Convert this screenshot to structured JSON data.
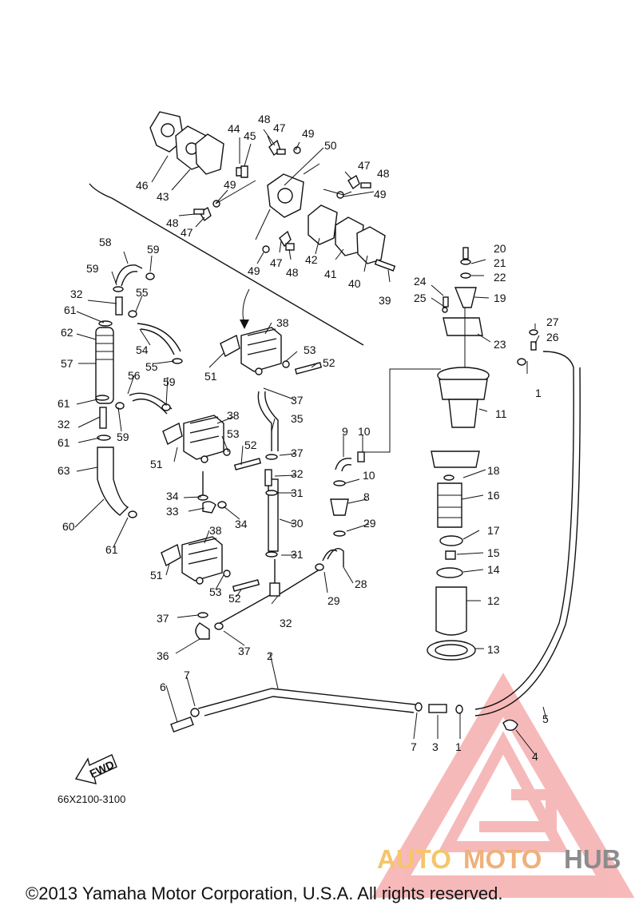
{
  "diagram": {
    "code": "66X2100-3100",
    "copyright": "©2013 Yamaha Motor Corporation, U.S.A. All rights reserved.",
    "fwd_label": "FWD"
  },
  "watermark": {
    "text_auto": "AUTO",
    "text_moto": "MOTO",
    "text_hub": "HUB",
    "color_auto": "#f5c56a",
    "color_moto": "#f0b07a",
    "color_hub": "#8c8c8c",
    "triangle_color": "#f08080"
  },
  "callouts": [
    {
      "id": "c1a",
      "text": "1"
    },
    {
      "id": "c1b",
      "text": "1"
    },
    {
      "id": "c2",
      "text": "2"
    },
    {
      "id": "c3",
      "text": "3"
    },
    {
      "id": "c4",
      "text": "4"
    },
    {
      "id": "c5",
      "text": "5"
    },
    {
      "id": "c6",
      "text": "6"
    },
    {
      "id": "c7a",
      "text": "7"
    },
    {
      "id": "c7b",
      "text": "7"
    },
    {
      "id": "c8",
      "text": "8"
    },
    {
      "id": "c9",
      "text": "9"
    },
    {
      "id": "c10a",
      "text": "10"
    },
    {
      "id": "c10b",
      "text": "10"
    },
    {
      "id": "c11",
      "text": "11"
    },
    {
      "id": "c12",
      "text": "12"
    },
    {
      "id": "c13",
      "text": "13"
    },
    {
      "id": "c14",
      "text": "14"
    },
    {
      "id": "c15",
      "text": "15"
    },
    {
      "id": "c16",
      "text": "16"
    },
    {
      "id": "c17",
      "text": "17"
    },
    {
      "id": "c18",
      "text": "18"
    },
    {
      "id": "c19",
      "text": "19"
    },
    {
      "id": "c20",
      "text": "20"
    },
    {
      "id": "c21",
      "text": "21"
    },
    {
      "id": "c22",
      "text": "22"
    },
    {
      "id": "c23",
      "text": "23"
    },
    {
      "id": "c24",
      "text": "24"
    },
    {
      "id": "c25",
      "text": "25"
    },
    {
      "id": "c26",
      "text": "26"
    },
    {
      "id": "c27",
      "text": "27"
    },
    {
      "id": "c28",
      "text": "28"
    },
    {
      "id": "c29a",
      "text": "29"
    },
    {
      "id": "c29b",
      "text": "29"
    },
    {
      "id": "c30",
      "text": "30"
    },
    {
      "id": "c31a",
      "text": "31"
    },
    {
      "id": "c31b",
      "text": "31"
    },
    {
      "id": "c32a",
      "text": "32"
    },
    {
      "id": "c32b",
      "text": "32"
    },
    {
      "id": "c32c",
      "text": "32"
    },
    {
      "id": "c32d",
      "text": "32"
    },
    {
      "id": "c33",
      "text": "33"
    },
    {
      "id": "c34a",
      "text": "34"
    },
    {
      "id": "c34b",
      "text": "34"
    },
    {
      "id": "c35",
      "text": "35"
    },
    {
      "id": "c36",
      "text": "36"
    },
    {
      "id": "c37a",
      "text": "37"
    },
    {
      "id": "c37b",
      "text": "37"
    },
    {
      "id": "c37c",
      "text": "37"
    },
    {
      "id": "c37d",
      "text": "37"
    },
    {
      "id": "c38a",
      "text": "38"
    },
    {
      "id": "c38b",
      "text": "38"
    },
    {
      "id": "c38c",
      "text": "38"
    },
    {
      "id": "c39",
      "text": "39"
    },
    {
      "id": "c40",
      "text": "40"
    },
    {
      "id": "c41",
      "text": "41"
    },
    {
      "id": "c42",
      "text": "42"
    },
    {
      "id": "c43",
      "text": "43"
    },
    {
      "id": "c44",
      "text": "44"
    },
    {
      "id": "c45",
      "text": "45"
    },
    {
      "id": "c46",
      "text": "46"
    },
    {
      "id": "c47a",
      "text": "47"
    },
    {
      "id": "c47b",
      "text": "47"
    },
    {
      "id": "c47c",
      "text": "47"
    },
    {
      "id": "c47d",
      "text": "47"
    },
    {
      "id": "c48a",
      "text": "48"
    },
    {
      "id": "c48b",
      "text": "48"
    },
    {
      "id": "c48c",
      "text": "48"
    },
    {
      "id": "c48d",
      "text": "48"
    },
    {
      "id": "c49a",
      "text": "49"
    },
    {
      "id": "c49b",
      "text": "49"
    },
    {
      "id": "c49c",
      "text": "49"
    },
    {
      "id": "c49d",
      "text": "49"
    },
    {
      "id": "c50",
      "text": "50"
    },
    {
      "id": "c51a",
      "text": "51"
    },
    {
      "id": "c51b",
      "text": "51"
    },
    {
      "id": "c51c",
      "text": "51"
    },
    {
      "id": "c52a",
      "text": "52"
    },
    {
      "id": "c52b",
      "text": "52"
    },
    {
      "id": "c52c",
      "text": "52"
    },
    {
      "id": "c53a",
      "text": "53"
    },
    {
      "id": "c53b",
      "text": "53"
    },
    {
      "id": "c53c",
      "text": "53"
    },
    {
      "id": "c54",
      "text": "54"
    },
    {
      "id": "c55a",
      "text": "55"
    },
    {
      "id": "c55b",
      "text": "55"
    },
    {
      "id": "c56",
      "text": "56"
    },
    {
      "id": "c57",
      "text": "57"
    },
    {
      "id": "c58",
      "text": "58"
    },
    {
      "id": "c59a",
      "text": "59"
    },
    {
      "id": "c59b",
      "text": "59"
    },
    {
      "id": "c59c",
      "text": "59"
    },
    {
      "id": "c59d",
      "text": "59"
    },
    {
      "id": "c60",
      "text": "60"
    },
    {
      "id": "c61a",
      "text": "61"
    },
    {
      "id": "c61b",
      "text": "61"
    },
    {
      "id": "c61c",
      "text": "61"
    },
    {
      "id": "c61d",
      "text": "61"
    },
    {
      "id": "c62",
      "text": "62"
    },
    {
      "id": "c63",
      "text": "63"
    }
  ]
}
